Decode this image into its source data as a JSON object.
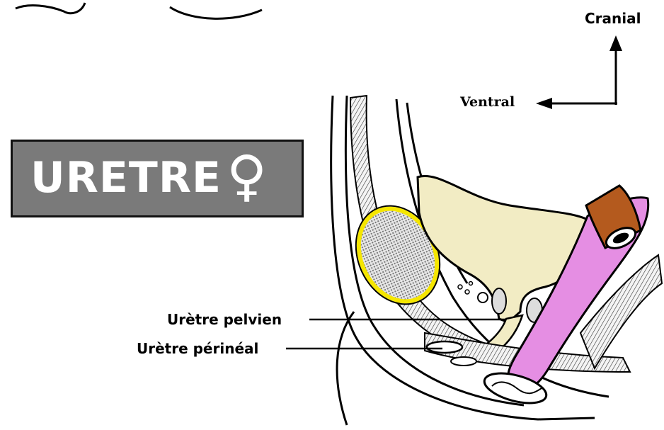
{
  "title": {
    "text": "URETRE",
    "symbol": "♀"
  },
  "orientation": {
    "cranial": "Cranial",
    "ventral": "Ventral"
  },
  "labels": {
    "pelvic": "Urètre pelvien",
    "perineal": "Urètre périnéal"
  },
  "colors": {
    "title_box": "#7a7a7a",
    "bladder": "#f2ecc4",
    "uterus_vagina": "#e58ee3",
    "rectum": "#b45a1e",
    "pubis_outline": "#f5e600",
    "pubis_fill": "#c8c8c8"
  }
}
